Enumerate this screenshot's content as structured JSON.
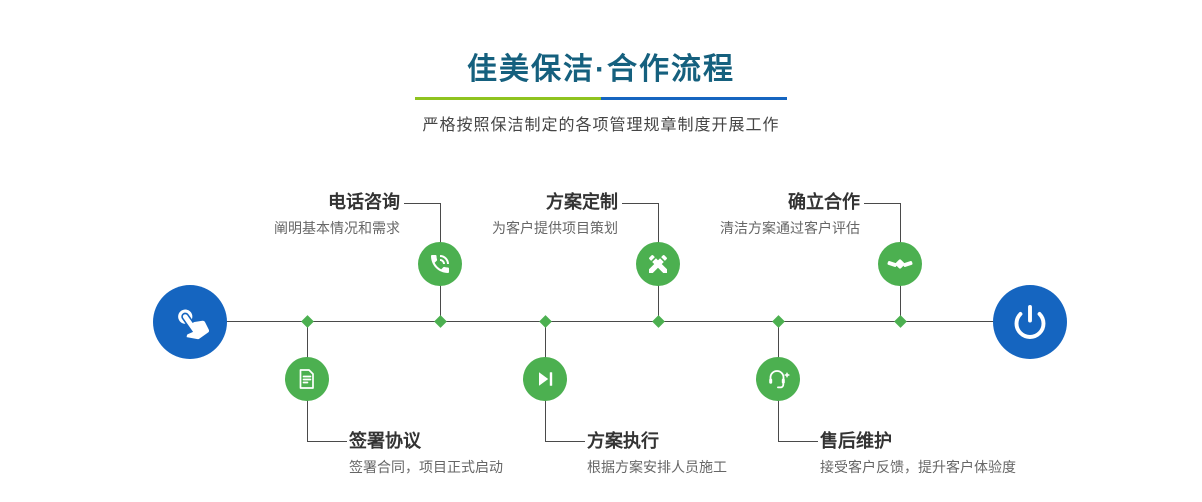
{
  "header": {
    "title": "佳美保洁·合作流程",
    "subtitle": "严格按照保洁制定的各项管理规章制度开展工作"
  },
  "steps": {
    "top": [
      {
        "label": "电话咨询",
        "desc": "阐明基本情况和需求",
        "icon": "phone-icon"
      },
      {
        "label": "方案定制",
        "desc": "为客户提供项目策划",
        "icon": "design-pen-icon"
      },
      {
        "label": "确立合作",
        "desc": "清洁方案通过客户评估",
        "icon": "handshake-icon"
      }
    ],
    "bottom": [
      {
        "label": "签署协议",
        "desc": "签署合同，项目正式启动",
        "icon": "contract-icon"
      },
      {
        "label": "方案执行",
        "desc": "根据方案安排人员施工",
        "icon": "execute-play-icon"
      },
      {
        "label": "售后维护",
        "desc": "接受客户反馈，提升客户体验度",
        "icon": "aftersales-headset-icon"
      }
    ]
  },
  "endpoints": {
    "start_icon": "pointing-hand-icon",
    "end_icon": "power-icon"
  },
  "colors": {
    "title": "#15607e",
    "node_green": "#4cb050",
    "node_blue": "#1565c0",
    "divider_green": "#8fc31f",
    "divider_blue": "#1565c0",
    "line": "#4a4a4a"
  }
}
